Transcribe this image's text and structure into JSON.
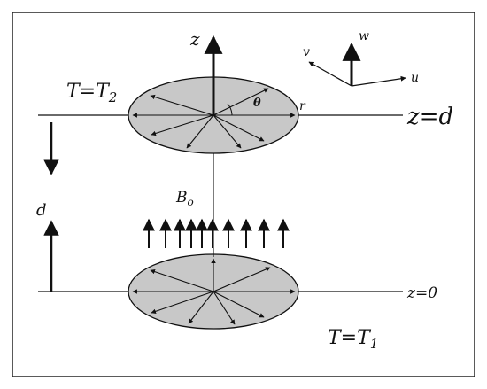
{
  "labels": {
    "z_axis": "z",
    "T_top": "T=T",
    "T_top_sub": "2",
    "theta": "θ",
    "r": "r",
    "z_top": "z=d",
    "d": "d",
    "B0": "B",
    "B0_sub": "o",
    "z_bottom": "z=0",
    "T_bottom": "T=T",
    "T_bottom_sub": "1",
    "w": "w",
    "v": "v",
    "u": "u"
  },
  "colors": {
    "frame": "#222222",
    "disk_fill": "#c8c8c8",
    "ink": "#111111",
    "background": "#ffffff"
  }
}
